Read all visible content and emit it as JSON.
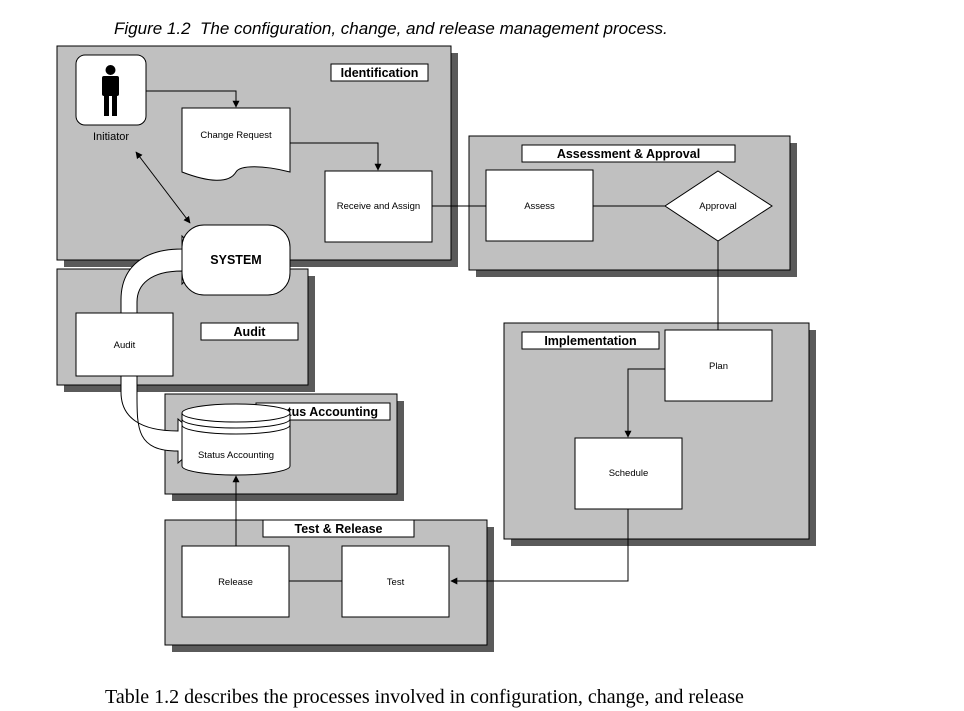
{
  "caption": "Figure 1.2  The configuration, change, and release management process.",
  "footer_text": "Table 1.2 describes the processes involved in configuration, change, and release",
  "sections": {
    "identification": "Identification",
    "assessment": "Assessment & Approval",
    "audit": "Audit",
    "status_accounting": "Status Accounting",
    "implementation": "Implementation",
    "test_release": "Test & Release"
  },
  "nodes": {
    "initiator": "Initiator",
    "change_request": "Change Request",
    "receive_assign": "Receive and Assign",
    "assess": "Assess",
    "approval": "Approval",
    "system": "SYSTEM",
    "audit": "Audit",
    "status_accounting": "Status Accounting",
    "plan": "Plan",
    "schedule": "Schedule",
    "release": "Release",
    "test": "Test"
  },
  "icons": {
    "initiator": "person-icon"
  }
}
